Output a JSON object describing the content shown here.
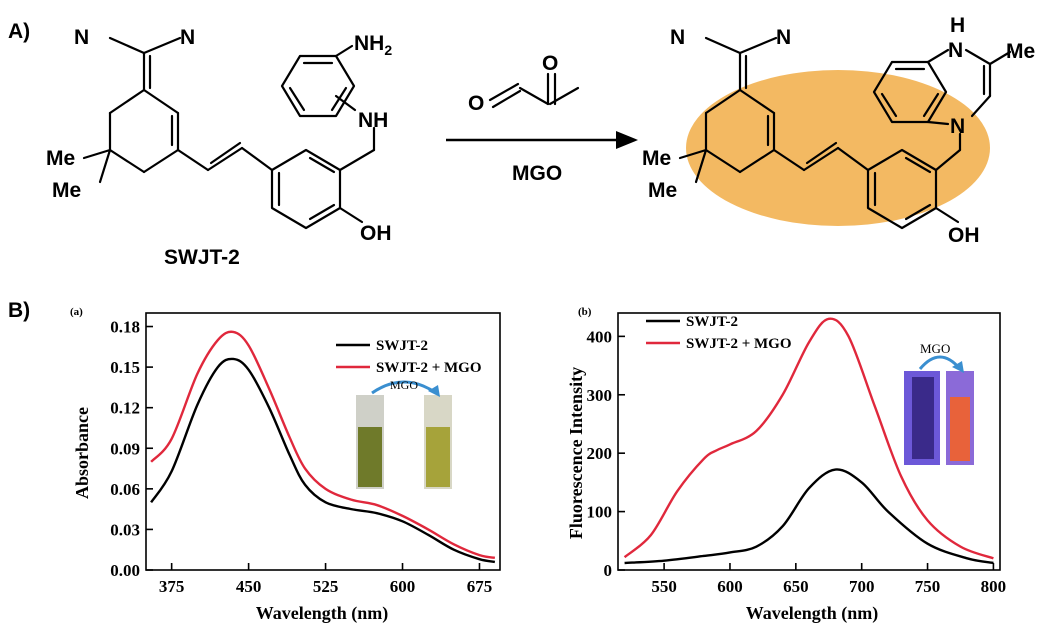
{
  "panel_labels": {
    "a": "A)",
    "b": "B)"
  },
  "scheme": {
    "reactant_name": "SWJT-2",
    "reagent_label": "MGO",
    "atoms": {
      "N": "N",
      "NH": "NH",
      "H": "H",
      "OH": "OH",
      "Me": "Me",
      "NH2": "NH",
      "sub2": "2"
    }
  },
  "inset": {
    "a_arrow_label": "MGO",
    "b_arrow_label": "MGO",
    "a_colors": {
      "before": "#6f7a2a",
      "after": "#a6a33a"
    },
    "b_colors": {
      "before": "#3a2a8a",
      "after": "#e8623a"
    }
  },
  "colors": {
    "black_series": "#000000",
    "red_series": "#e0283c",
    "ellipse": "#f2b55a"
  },
  "chart_data": [
    {
      "type": "line",
      "panel_tag": "(a)",
      "xlabel": "Wavelength (nm)",
      "ylabel": "Absorbance",
      "xlim": [
        350,
        695
      ],
      "ylim": [
        0,
        0.19
      ],
      "xticks": [
        375,
        450,
        525,
        600,
        675
      ],
      "yticks": [
        0.0,
        0.03,
        0.06,
        0.09,
        0.12,
        0.15,
        0.18
      ],
      "ytick_labels": [
        "0.00",
        "0.03",
        "0.06",
        "0.09",
        "0.12",
        "0.15",
        "0.18"
      ],
      "legend": "upper-right",
      "series": [
        {
          "name": "SWJT-2",
          "color": "#000000",
          "x": [
            355,
            375,
            400,
            420,
            435,
            450,
            470,
            490,
            505,
            525,
            550,
            575,
            600,
            625,
            650,
            675,
            690
          ],
          "y": [
            0.05,
            0.073,
            0.122,
            0.15,
            0.156,
            0.148,
            0.12,
            0.085,
            0.063,
            0.05,
            0.045,
            0.042,
            0.036,
            0.026,
            0.015,
            0.008,
            0.006
          ]
        },
        {
          "name": "SWJT-2 + MGO",
          "color": "#e0283c",
          "x": [
            355,
            375,
            400,
            420,
            435,
            450,
            470,
            490,
            505,
            525,
            550,
            575,
            600,
            625,
            650,
            675,
            690
          ],
          "y": [
            0.08,
            0.097,
            0.145,
            0.17,
            0.176,
            0.166,
            0.134,
            0.098,
            0.075,
            0.06,
            0.052,
            0.048,
            0.04,
            0.03,
            0.019,
            0.011,
            0.009
          ]
        }
      ]
    },
    {
      "type": "line",
      "panel_tag": "(b)",
      "xlabel": "Wavelength (nm)",
      "ylabel": "Fluorescence Intensity",
      "xlim": [
        515,
        805
      ],
      "ylim": [
        0,
        440
      ],
      "xticks": [
        550,
        600,
        650,
        700,
        750,
        800
      ],
      "yticks": [
        0,
        100,
        200,
        300,
        400
      ],
      "ytick_labels": [
        "0",
        "100",
        "200",
        "300",
        "400"
      ],
      "legend": "upper-left",
      "series": [
        {
          "name": "SWJT-2",
          "color": "#000000",
          "x": [
            520,
            550,
            580,
            600,
            620,
            640,
            660,
            680,
            700,
            720,
            750,
            780,
            800
          ],
          "y": [
            12,
            16,
            24,
            30,
            40,
            75,
            140,
            172,
            150,
            100,
            45,
            20,
            12
          ]
        },
        {
          "name": "SWJT-2 + MGO",
          "color": "#e0283c",
          "x": [
            520,
            540,
            560,
            580,
            590,
            600,
            620,
            640,
            660,
            675,
            690,
            710,
            730,
            750,
            775,
            800
          ],
          "y": [
            22,
            60,
            135,
            190,
            205,
            215,
            238,
            300,
            390,
            430,
            400,
            280,
            160,
            85,
            40,
            20
          ]
        }
      ]
    }
  ]
}
